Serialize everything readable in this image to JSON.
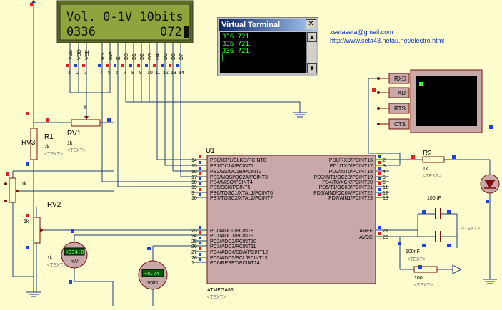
{
  "lcd": {
    "line1": "Vol. 0-1V 10bits",
    "line2_left": "0336",
    "line2_right": "072",
    "pin_names": [
      "VSS",
      "VDD",
      "VEE",
      "RS",
      "RW",
      "E",
      "D0",
      "D1",
      "D2",
      "D3",
      "D4",
      "D5",
      "D6",
      "D7"
    ],
    "pin_numbers": [
      "1",
      "2",
      "3",
      "4",
      "5",
      "6",
      "7",
      "8",
      "9",
      "10",
      "11",
      "12",
      "13",
      "14"
    ]
  },
  "virtual_terminal": {
    "title": "Virtual Terminal",
    "lines": [
      "336 721",
      "336 721",
      "336 721"
    ],
    "close_glyph": "✕",
    "scroll_up": "▲",
    "scroll_down": "▼"
  },
  "contact": {
    "email": "xsetaseta@gmail.com",
    "url": "http://www.seta43.netau.net/electro.html"
  },
  "serial_monitor": {
    "pins": [
      "RXD",
      "TXD",
      "RTS",
      "CTS"
    ]
  },
  "mcu": {
    "ref": "U1",
    "part": "ATMEGA88",
    "text_placeholder": "<TEXT>",
    "left_pins": [
      {
        "num": "14",
        "name": "PB0/ICP1/CLKO/PCINT0"
      },
      {
        "num": "15",
        "name": "PB1/OC1A/PCINT1"
      },
      {
        "num": "16",
        "name": "PB2/SS/OC1B/PCINT2"
      },
      {
        "num": "17",
        "name": "PB3/MOSI/OC2A/PCINT3"
      },
      {
        "num": "18",
        "name": "PB4/MISO/PCINT4"
      },
      {
        "num": "19",
        "name": "PB5/SCK/PCINT5"
      },
      {
        "num": "9",
        "name": "PB6/TOSC1/XTAL1/PCINT6"
      },
      {
        "num": "10",
        "name": "PB7/TOSC2/XTAL2/PCINT7"
      },
      {
        "num": "23",
        "name": "PC0/ADC0/PCINT8"
      },
      {
        "num": "24",
        "name": "PC1/ADC1/PCINT9"
      },
      {
        "num": "25",
        "name": "PC2/ADC2/PCINT10"
      },
      {
        "num": "26",
        "name": "PC3/ADC3/PCINT11"
      },
      {
        "num": "27",
        "name": "PC4/ADC4/SDA/PCINT12"
      },
      {
        "num": "28",
        "name": "PC5/ADC5/SCL/PCINT13"
      },
      {
        "num": "1",
        "name": "PC6/RESET/PCINT14"
      }
    ],
    "right_pins": [
      {
        "num": "2",
        "name": "PD0/RXD/PCINT16"
      },
      {
        "num": "3",
        "name": "PD1/TXD/PCINT17"
      },
      {
        "num": "4",
        "name": "PD2/INT0/PCINT18"
      },
      {
        "num": "5",
        "name": "PD3/INT1/OC2B/PCINT19"
      },
      {
        "num": "6",
        "name": "PD4/T0/XCK/PCINT20"
      },
      {
        "num": "11",
        "name": "PD5/T1/OC0B/PCINT21"
      },
      {
        "num": "12",
        "name": "PD6/AIN0/OC0A/PCINT22"
      },
      {
        "num": "13",
        "name": "PD7/AIN1/PCINT23"
      },
      {
        "num": "21",
        "name": "AREF"
      },
      {
        "num": "20",
        "name": "AVCC"
      }
    ]
  },
  "components": {
    "rv1": {
      "ref": "RV1",
      "value": "1k",
      "text": "<TEXT>"
    },
    "rv2": {
      "ref": "RV2",
      "value": "1k",
      "text": "<TEXT>"
    },
    "rv3": {
      "ref": "RV3",
      "value": "1k",
      "text": "<TEXT>"
    },
    "r1": {
      "ref": "R1",
      "value": "2k",
      "text": "<TEXT>"
    },
    "r2": {
      "ref": "R2",
      "value": "1k",
      "text": "<TEXT>"
    },
    "r3": {
      "value": "100",
      "text": "<TEXT>"
    },
    "c1": {
      "value": "100nF",
      "text": "<TEXT>"
    },
    "c2": {
      "value": "100nF",
      "text": "<TEXT>"
    },
    "voltmeter_mv": {
      "reading": "+334.0",
      "unit": "mV"
    },
    "voltmeter_v": {
      "reading": "+0.74",
      "unit": "Volts"
    }
  },
  "colors": {
    "background": "#fdfdce",
    "wire": "#1a3e7a",
    "component": "#7a1010",
    "lcd_bg": "#8fa43c",
    "pin_marker": "#2040e0",
    "pin_marker_alt": "#e02020"
  }
}
